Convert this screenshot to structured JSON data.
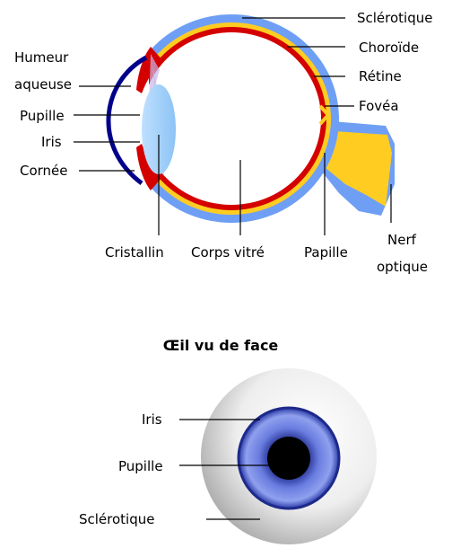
{
  "side_view": {
    "labels": {
      "humeur_1": "Humeur",
      "humeur_2": "aqueuse",
      "pupille": "Pupille",
      "iris": "Iris",
      "cornee": "Cornée",
      "sclerotique": "Sclérotique",
      "choroide": "Choroïde",
      "retine": "Rétine",
      "fovea": "Fovéa",
      "cristallin": "Cristallin",
      "corps_vitre": "Corps vitré",
      "papille": "Papille",
      "nerf_1": "Nerf",
      "nerf_2": "optique"
    }
  },
  "front_view": {
    "title": "Œil vu de face",
    "labels": {
      "iris": "Iris",
      "pupille": "Pupille",
      "sclerotique": "Sclérotique"
    }
  },
  "colors": {
    "sclera_outer": "#6f9ff5",
    "choroid": "#d40000",
    "retina": "#ffcc22",
    "cornea": "#00008b",
    "lens": "#a9d4ff",
    "iris_front": "#3d4fc4",
    "pupil": "#000000"
  }
}
